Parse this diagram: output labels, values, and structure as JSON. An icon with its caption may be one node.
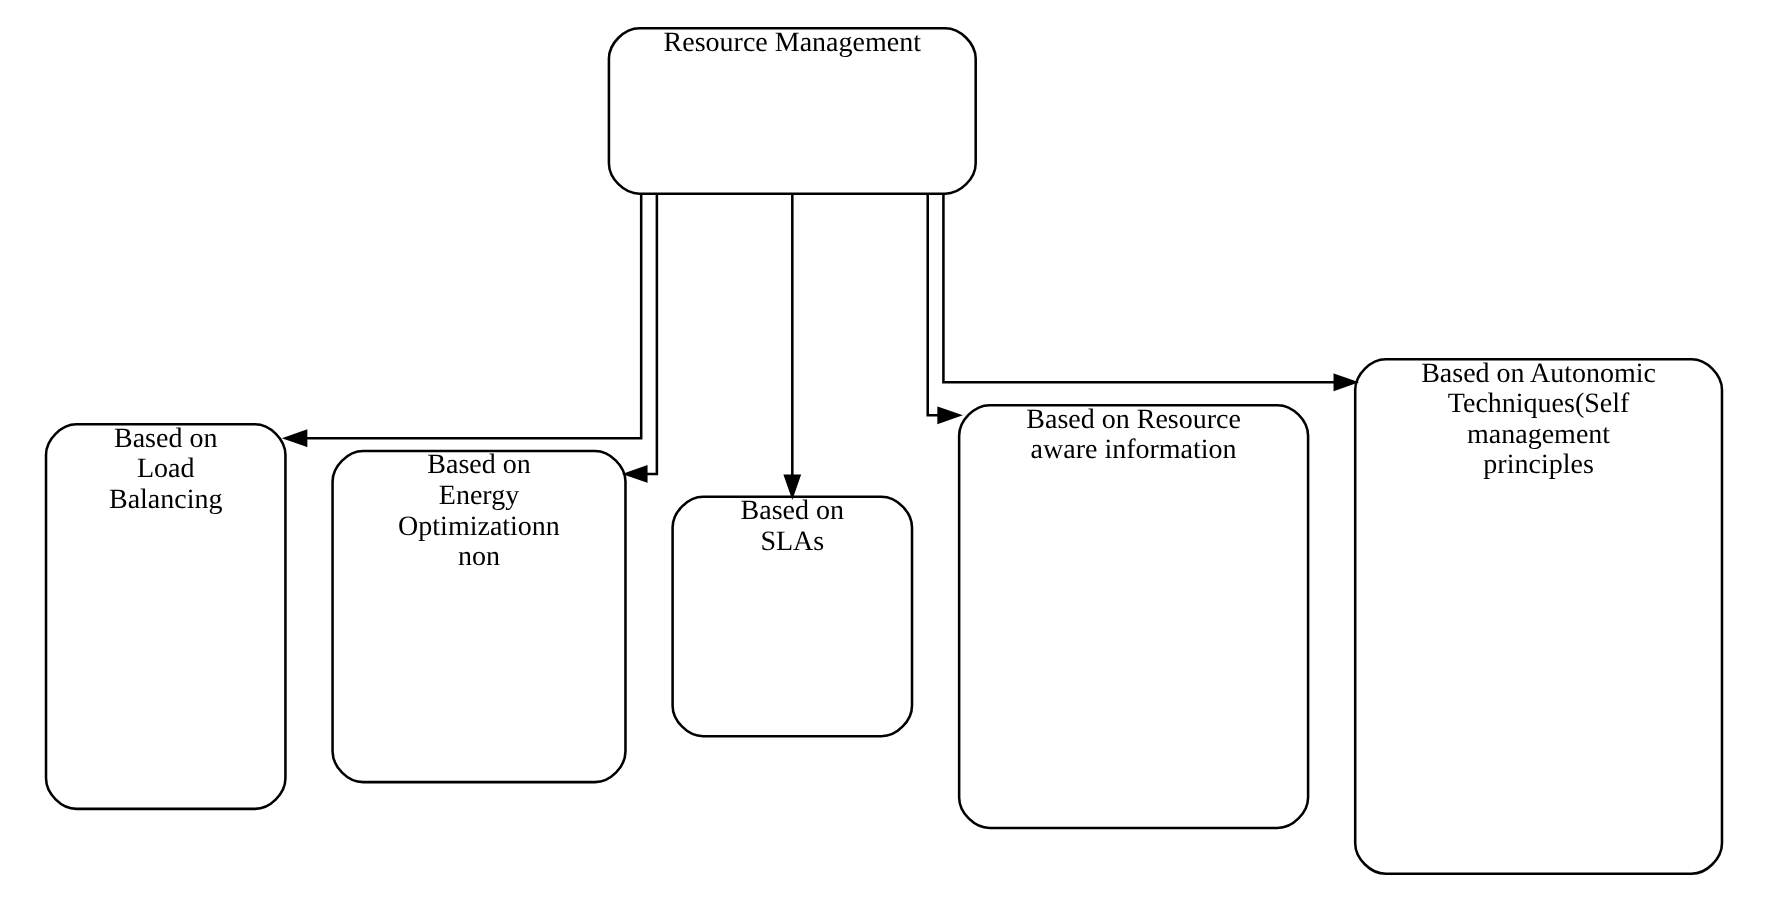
{
  "diagram": {
    "nodes": [
      {
        "text": [
          "Resource Management"
        ]
      },
      {
        "text": [
          "Based on Load Balancing"
        ]
      },
      {
        "text": [
          "Based on Energy Optimizationn non"
        ]
      },
      {
        "text": [
          "Based on SLAs"
        ]
      },
      {
        "text": [
          "Based on Resource aware information"
        ]
      },
      {
        "text": [
          "Based on Autonomic Techniques(Self management principles"
        ]
      }
    ],
    "edges": [
      {
        "from": 0,
        "to": 1,
        "arrow": "to"
      },
      {
        "from": 0,
        "to": 2,
        "arrow": "to"
      },
      {
        "from": 0,
        "to": 3,
        "arrow": "to"
      },
      {
        "from": 0,
        "to": 4,
        "arrow": "to"
      },
      {
        "from": 0,
        "to": 5,
        "arrow": "to"
      }
    ]
  }
}
